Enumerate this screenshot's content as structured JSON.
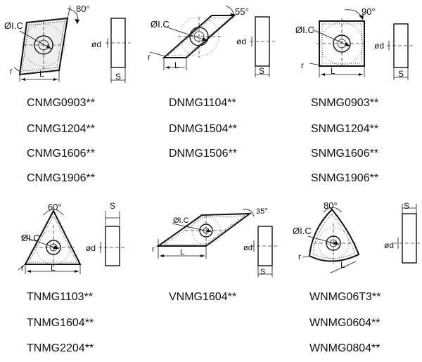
{
  "groups": [
    {
      "shape": "rhombus-80",
      "angle": "80°",
      "ic": "ØI.C",
      "thick": "ød",
      "s": "S",
      "l": "L",
      "r": "r",
      "codes": [
        "CNMG0903**",
        "CNMG1204**",
        "CNMG1606**",
        "CNMG1906**"
      ]
    },
    {
      "shape": "rhombus-55",
      "angle": "55°",
      "ic": "ØI.C",
      "thick": "ød",
      "s": "S",
      "l": "L",
      "r": "r",
      "codes": [
        "DNMG1104**",
        "DNMG1504**",
        "DNMG1506**"
      ]
    },
    {
      "shape": "square-90",
      "angle": "90°",
      "ic": "ØI.C",
      "thick": "ød",
      "s": "S",
      "l": "L",
      "r": "r",
      "codes": [
        "SNMG0903**",
        "SNMG1204**",
        "SNMG1606**",
        "SNMG1906**"
      ]
    },
    {
      "shape": "triangle-60",
      "angle": "60°",
      "ic": "ØI.C",
      "thick": "ød",
      "s": "S",
      "l": "L",
      "r": "r",
      "codes": [
        "TNMG1103**",
        "TNMG1604**",
        "TNMG2204**"
      ]
    },
    {
      "shape": "rhombus-35",
      "angle": "35°",
      "ic": "ØI.C",
      "thick": "ød",
      "s": "S",
      "l": "L",
      "r": "r",
      "codes": [
        "VNMG1604**"
      ]
    },
    {
      "shape": "trigon-80",
      "angle": "80°",
      "ic": "ØI.C",
      "thick": "ød",
      "s": "S",
      "l": "L",
      "r": "r",
      "codes": [
        "WNMG06T3**",
        "WNMG0604**",
        "WNMG0804**"
      ]
    }
  ]
}
